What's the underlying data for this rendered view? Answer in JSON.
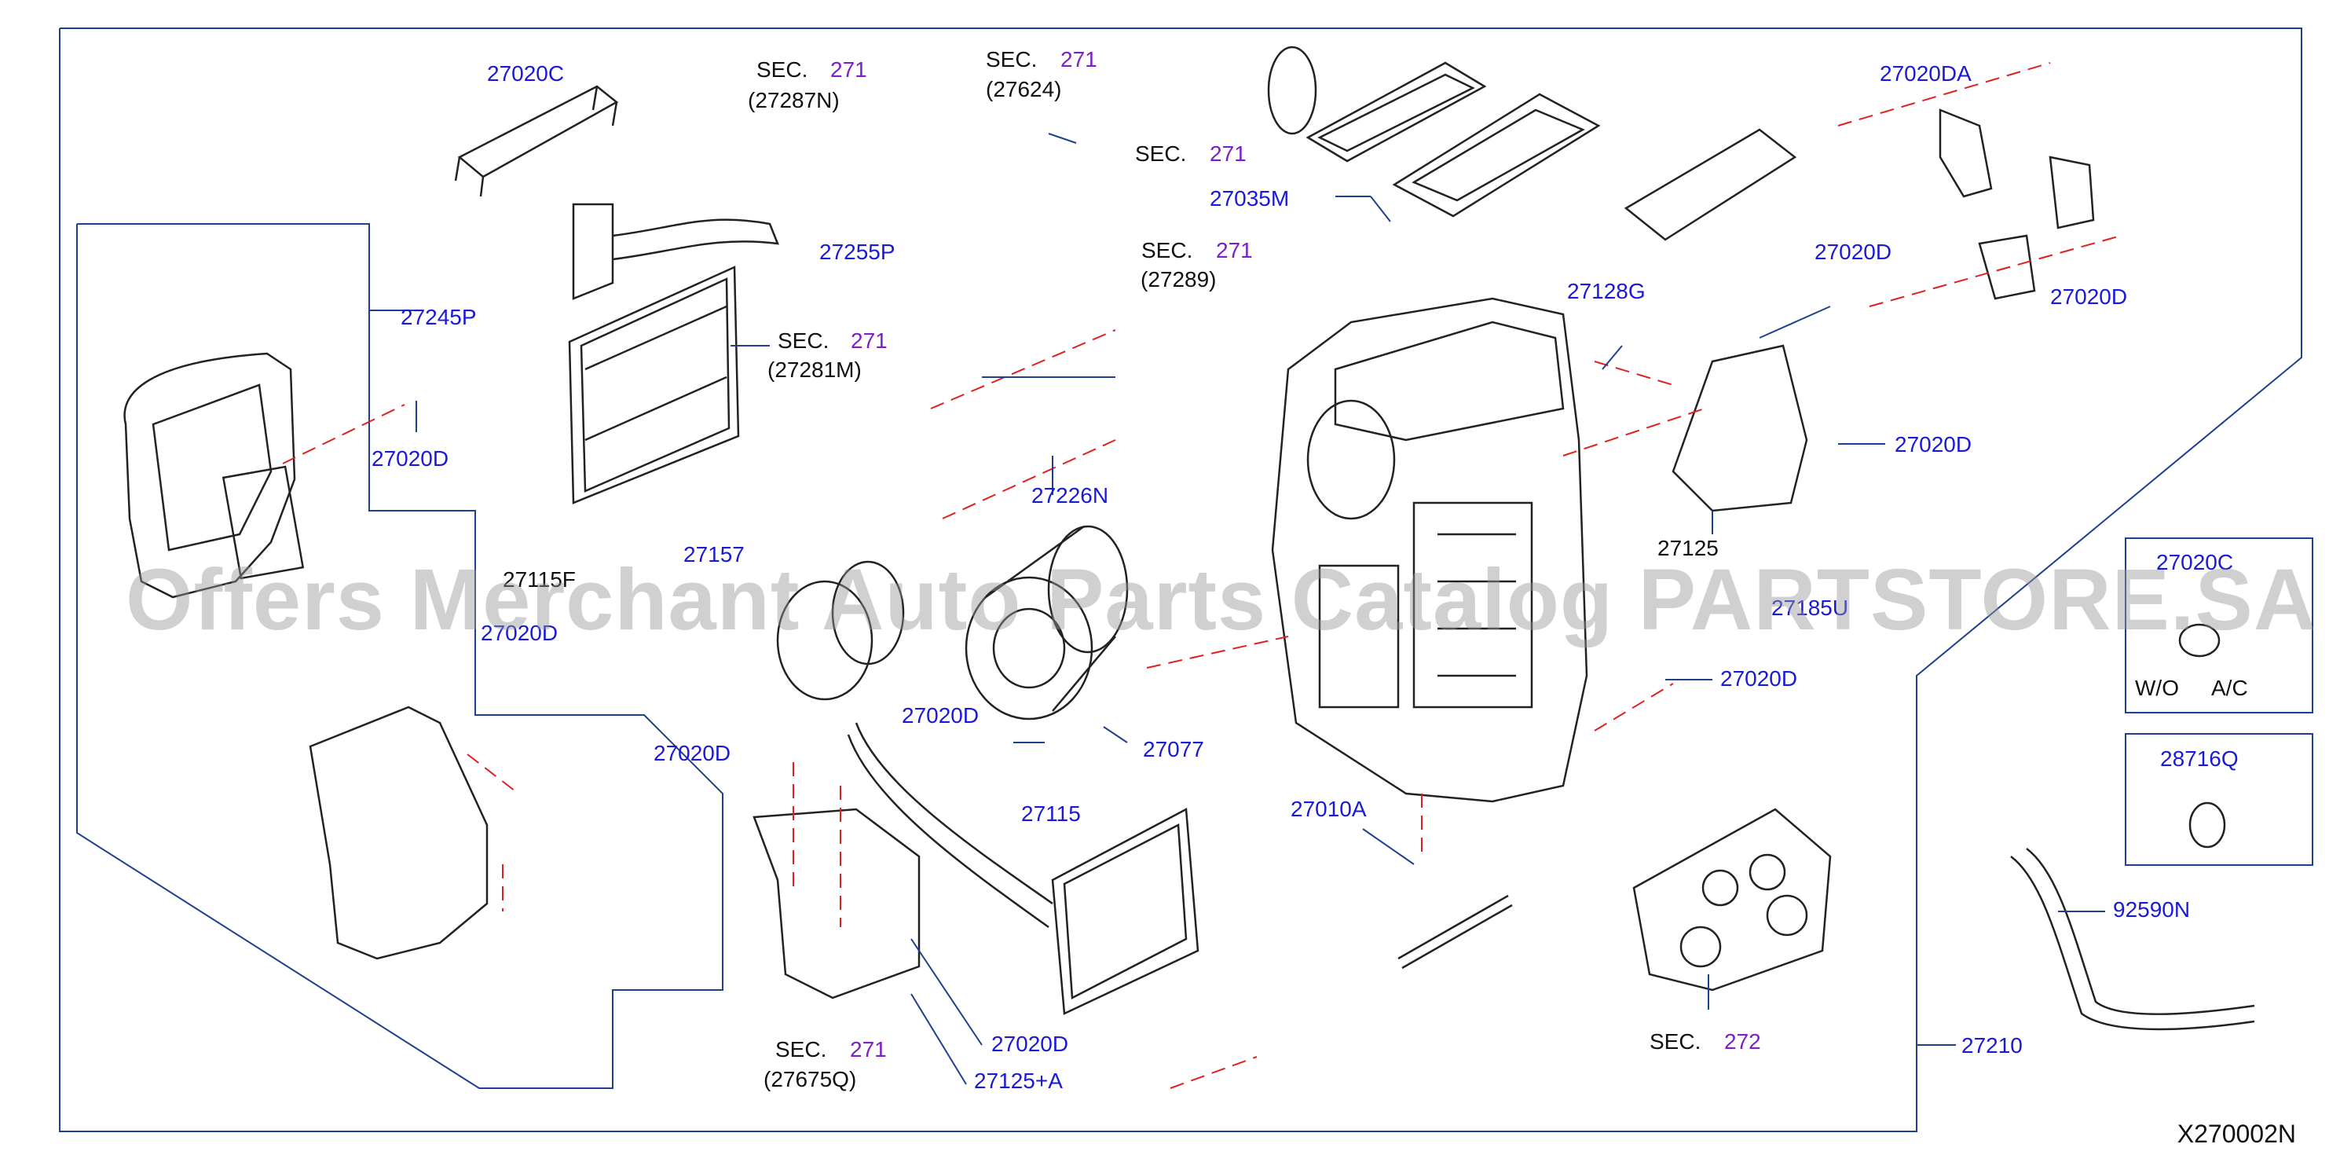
{
  "watermark": "Offers Merchant Auto Parts Catalog PARTSTORE.SA",
  "diagram_ref": "X270002N",
  "sec_word": "SEC.",
  "colors": {
    "part_number": "#1a1ad6",
    "section": "#7b1fc9",
    "frame": "#1f3f8f",
    "dashed": "#e02020",
    "drawing": "#222222"
  },
  "labels": {
    "p27020C_top": "27020C",
    "sec271_a": "271",
    "p27287N": "(27287N)",
    "sec271_b": "271",
    "p27624": "(27624)",
    "sec271_c": "271",
    "sec271_d": "271",
    "p27289": "(27289)",
    "sec271_e": "271",
    "p27281M": "(27281M)",
    "p27035M": "27035M",
    "p27255P": "27255P",
    "p27020DA": "27020DA",
    "p27020D_r1": "27020D",
    "p27020D_r2": "27020D",
    "p27128G": "27128G",
    "p27020D_r3": "27020D",
    "p27245P": "27245P",
    "p27020D_l1": "27020D",
    "p27226N": "27226N",
    "p27125": "27125",
    "p27115F": "27115F",
    "p27157": "27157",
    "p27020D_l2": "27020D",
    "p27185U": "27185U",
    "p27020D_r4": "27020D",
    "p27020D_m1": "27020D",
    "p27077": "27077",
    "p27020D_m2": "27020D",
    "p27115": "27115",
    "p27010A": "27010A",
    "p27020D_m3": "27020D",
    "p27125A": "27125+A",
    "sec271_f": "271",
    "p27675Q": "(27675Q)",
    "sec272": "272",
    "p27210": "27210",
    "p92590N": "92590N",
    "inset1_part": "27020C",
    "inset1_wo": "W/O",
    "inset1_ac": "A/C",
    "inset2_part": "28716Q"
  }
}
